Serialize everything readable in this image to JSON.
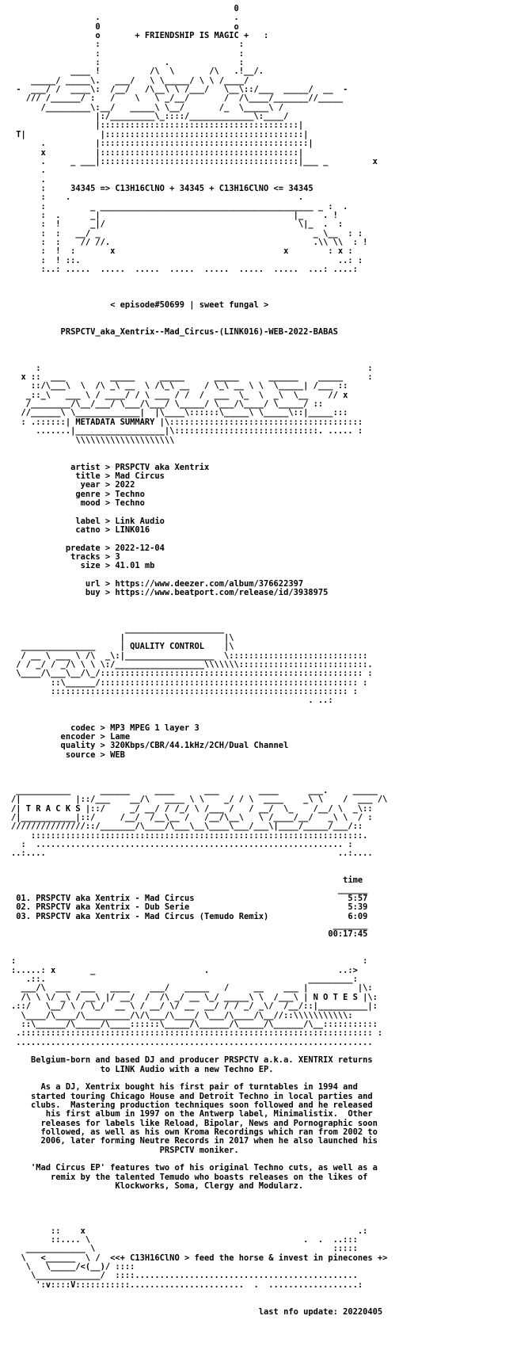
{
  "document": {
    "lines": [
      "                                             0",
      "                 .                           .",
      "                 0                           o",
      "                 o       + FRIENDSHIP IS MAGIC +   :",
      "                 :                            :",
      "                 :                            :",
      "                 :             .              :",
      "            ____ !          /\\  \\       /\\   .!__/.",
      "    _____/ _____\\.   ___/   \\ \\_____/ \\ \\ /____/",
      " -  ___/ /  ____\\:  /__/   /\\__\\ \\ /___/   \\__\\::/___  _____/  __  -",
      "   /// /______/ :   /    \\   \\ _/__/       /  /\\____/_______//_____",
      "      /_________\\:__/   _____\\ \\__/       /_  \\_____\\ /",
      "                 |:/_________\\_::::/_____________\\:____/",
      "                 |::::::::::::::::::::::::::::::::::::::::|",
      " T|               |::::::::::::::::::::::::::::::::::::::::|",
      "      .          |::::::::::::::::::::::::::::::::::::::::::|",
      "      x          |::::::::::::::::::::::::::::::::::::::::|",
      "      .     _ ___|::::::::::::::::::::::::::::::::::::::::|___ _         x",
      "      .",
      "      .",
      "      :     34345 => C13H16ClNO + 34345 + C13H16ClNO <= 34345",
      "      :    .                                              .",
      "      :         _ ___________________________________________ _ :  .",
      "      :  .      _|                                       |_    . !",
      "      :  !      _|/                                       \\|_  .  :",
      "      :  :   __/ _                                           _ \\__  : :",
      "      :  :    // //.                                         .\\\\ \\\\  : !",
      "      :  !  :       x                                  x        : x :",
      "      :  ! ::.                                                    ..: :",
      "      :..: .....  .....  .....  .....  .....  .....  .....  ...: ....:",
      "",
      "",
      "",
      "                    < episode#50699 | sweet fungal >",
      "",
      "",
      "          PRSPCTV_aka_Xentrix--Mad_Circus-(LINK016)-WEB-2022-BABAS",
      "",
      "",
      "",
      "     :                                                                  :",
      "  x ::  ___         _____     _____      _____      ______    _____     :",
      "    ::/\\___\\  \\  /\\ _\\ __  \\ /\\_\\ __   / \\_\\ __ \\ \\  \\_____| /___ ::",
      "   _::_\\   ___ \\ / ____/ / \\ ___ / /  /  ___  \\_  \\  _\\  \\__    // x",
      "   /________/\\__/___/ \\___/\\___/ \\_____/ \\___/\\____/ \\_____/ ::",
      "  //______\\ \\_____________|  |\\____\\::::::\\_____\\ \\_____\\::|_____:::",
      "  : .::::::| METADATA SUMMARY |\\:::::::::::::::::::::::::::::::::::::::",
      "     .......|__________________|\\:::::::::::::::::::::::::::::. ..... :",
      "             \\\\\\\\\\\\\\\\\\\\\\\\\\\\\\\\\\\\\\\\",
      "",
      "",
      "            artist > PRSPCTV aka Xentrix",
      "             title > Mad Circus",
      "              year > 2022",
      "             genre > Techno",
      "              mood > Techno",
      "",
      "             label > Link Audio",
      "             catno > LINK016",
      "",
      "           predate > 2022-12-04",
      "            tracks > 3",
      "              size > 41.01 mb",
      "",
      "               url > https://www.deezer.com/album/376622397",
      "               buy > https://www.beatport.com/release/id/3938975",
      "",
      "",
      "",
      "                       ____________________",
      "                      |                    |\\",
      "  _______________     | QUALITY CONTROL    |\\",
      "  / __ \\ ___ \\ /\\  _\\:|__________________  \\::::::::::::::::::::::::::::",
      " / / _/ / _/\\ \\ \\ \\:/__________________\\\\\\\\\\\\\\::::::::::::::::::::::::::.",
      " \\____/\\___\\__/\\_/::::::::::::::::::::::::::::::::::::::::::::::::::::: :",
      "        ::\\______/:::::::::::::::::::::::::::::::::::::::::::::::::::: :",
      "        :::::::::::::::::::::::::::::::::::::::::::::::::::::::::::: :",
      "                                                            . ..:",
      "",
      "",
      "            codec > MP3 MPEG 1 layer 3",
      "          encoder > Lame",
      "          quality > 320Kbps/CBR/44.1kHz/2CH/Dual Channel",
      "           source > WEB",
      "",
      "",
      "",
      " ___________      ______     ____      ___        ____      ___.     _____",
      "/|           |::/___    __/\\   ____ \\ \\    _/ / \\  ____    _\\ \\    /  ___ /\\",
      "/| T R A C K S |::/     _/ __/ / /_/ \\ /___ /   / __/  \\_    /__/ \\  _\\::",
      "/|___________|::/     /__/  /__\\__ /   /__/\\__\\   \\ /____/__/   _\\ \\  / :",
      "///////////////::/_______/\\____/\\___\\__\\____\\___/___\\|____/_____/___/::",
      "    :::::::::::::::::::::::::::::::::::::::::::::::::::::::::::::::::::.",
      "  :  .............................................................. :",
      "..:....                                                           ..:....",
      "",
      "",
      "                                                                   time",
      "                                                                  ______",
      " 01. PRSPCTV aka Xentrix - Mad Circus                               5:57",
      " 02. PRSPCTV aka Xentrix - Dub Serie                                5:39",
      " 03. PRSPCTV aka Xentrix - Mad Circus (Temudo Remix)                6:09",
      "                                                                 _______",
      "                                                                00:17:45",
      "",
      "",
      ":                                                                      :",
      ":.....: x       _                      .                          ..:>",
      "   .::.                                                     _________:",
      "  ___/\\  ___  ___   ____    ___/   _____   /     __    ___ |          |\\:",
      "  /\\ \\ \\/ _\\ / __\\ |/ __/  /  /\\ _/ __ \\_/ _____\\ \\  /___\\ | N O T E S |\\:",
      ".::/   \\__/ \\ / \\_/  __ \\ / __/ \\/ __  __/ / / _/ _\\/  /__/::|__________|:",
      "  \\____/\\____/\\_________/\\/\\___/\\____/ \\___/\\____/\\__//::\\\\\\\\\\\\\\\\\\\\\\:",
      "  ::\\______/\\_____/\\____::::::\\_____/\\______/\\_____/\\______/\\__:::::::::::",
      " .::::::::::::::::::::::::::::::::::::::::::::::::::::::::::::::::::::::: :",
      " ........................................................................",
      "",
      "    Belgium-born and based DJ and producer PRSPCTV a.k.a. XENTRIX returns",
      "                  to LINK Audio with a new Techno EP.",
      "",
      "      As a DJ, Xentrix bought his first pair of turntables in 1994 and",
      "    started touring Chicago House and Detroit Techno in local parties and",
      "    clubs.  Mastering production techniques soon followed and he released",
      "       his first album in 1997 on the Antwerp label, Minimalistix.  Other",
      "      releases for labels like Reload, Bipolar, News and Pornographic soon",
      "      followed, as well as his own Kroma Recordings which ran from 2002 to",
      "      2006, later forming Neutre Records in 2017 when he also launched his",
      "                              PRSPCTV moniker.",
      "",
      "    'Mad Circus EP' features two of his original Techno cuts, as well as a",
      "        remix by the talented Temudo who boasts releases on the likes of",
      "                     Klockworks, Soma, Clergy and Modularz.",
      "",
      "",
      "",
      "",
      "        ::    x                                                       .:",
      "        ::.... \\                                           .  .  ..:::",
      "   ____________ \\                                                :::::",
      "  \\   <______  \\ /  <<+ C13H16ClNO > feed the horse & invest in pinecones +>",
      "   \\   \\_____/<(__)/ ::::",
      "    \\_____________/  ::::.............................................",
      "     ':v::::V:::::::::::.......................  .  ..................:",
      "",
      "",
      "                                                  last nfo update: 20220405"
    ]
  }
}
